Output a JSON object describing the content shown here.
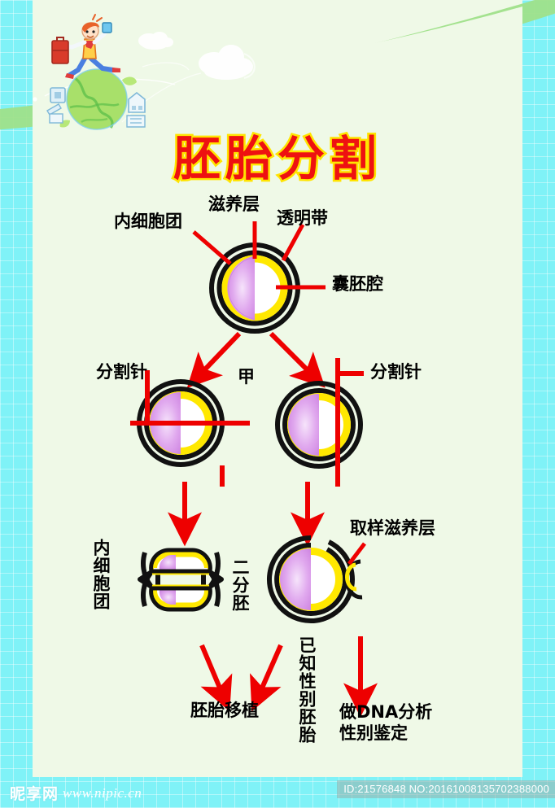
{
  "poster": {
    "title": "胚胎分割",
    "background_colors": {
      "cyan": "#7ff2f7",
      "panel": "#eff9e7",
      "wave_green": "#9fe08a",
      "title_fill": "#ee1111",
      "title_stroke": "#ffe400",
      "arrow_red": "#ee0000",
      "membrane_black": "#111111",
      "trophoblast_yellow": "#ffe800",
      "inner_cell_mass_purple": "#d08ce0"
    }
  },
  "header_art": {
    "boy": "jumping-boy-illustration",
    "globe": "green-globe-illustration",
    "clouds": [
      "cloud-small",
      "cloud-large"
    ]
  },
  "diagram": {
    "labels": {
      "inner_cell_mass": "内细胞团",
      "trophoblast": "滋养层",
      "zona_pellucida": "透明带",
      "blastocoel": "囊胚腔",
      "splitting_needle_left": "分割针",
      "splitting_needle_right": "分割针",
      "jia": "甲",
      "inner_cell_mass_bottom": "内细胞团",
      "two_cell_embryo": "二分胚",
      "sample_trophoblast": "取样滋养层",
      "known_sex_embryo": "已知性别胚胎",
      "embryo_transfer": "胚胎移植",
      "dna_analysis": "做DNA分析\n性别鉴定"
    }
  },
  "footer": {
    "site_name": "昵享网",
    "site_url": "www.nipic.cn",
    "id_text": "ID:21576848 NO:20161008135702388000"
  }
}
